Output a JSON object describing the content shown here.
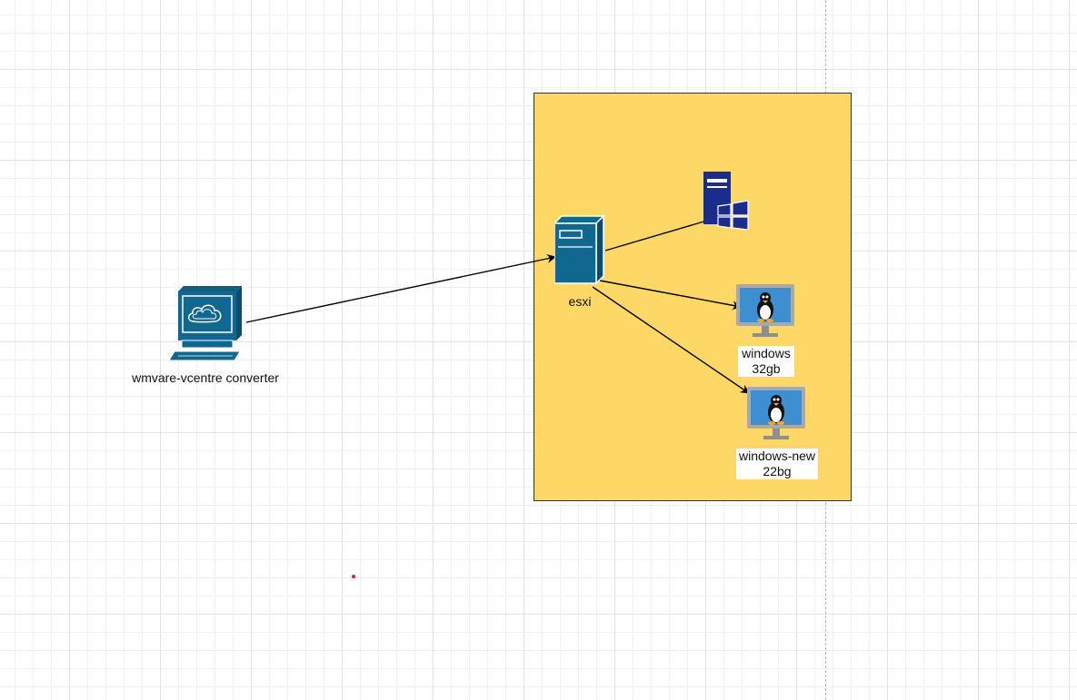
{
  "diagram": {
    "nodes": {
      "converter": {
        "label": "wmvare-vcentre converter",
        "icon": "desktop-cloud-icon"
      },
      "esxi": {
        "label": "esxi",
        "icon": "server-tower-icon"
      },
      "windows_server": {
        "label": "",
        "icon": "windows-server-icon"
      },
      "vm1": {
        "label_line1": "windows",
        "label_line2": "32gb",
        "icon": "linux-monitor-icon"
      },
      "vm2": {
        "label_line1": "windows-new",
        "label_line2": "22bg",
        "icon": "linux-monitor-icon"
      }
    },
    "edges": [
      {
        "from": "converter",
        "to": "esxi"
      },
      {
        "from": "esxi",
        "to": "windows_server"
      },
      {
        "from": "esxi",
        "to": "vm1"
      },
      {
        "from": "esxi",
        "to": "vm2"
      }
    ],
    "colors": {
      "container_fill": "#fdd866",
      "icon_teal": "#10678f",
      "windows_blue": "#1a2c8c",
      "monitor_screen": "#3d8fd2"
    }
  }
}
